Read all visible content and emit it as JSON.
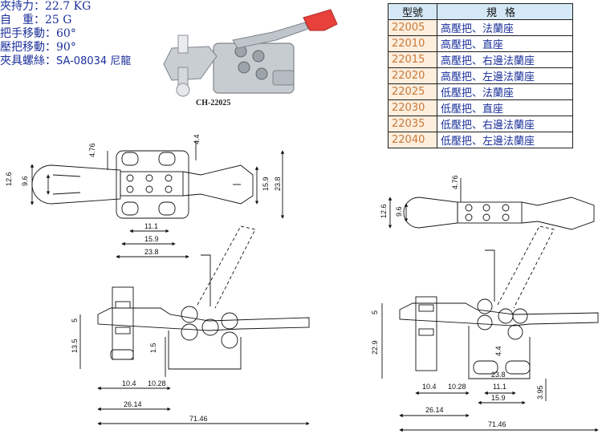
{
  "specs": [
    {
      "label": "夾持力：",
      "value": "22.7 KG"
    },
    {
      "label": "自　重：",
      "value": "25 G"
    },
    {
      "label": "把手移動：",
      "value": "60°"
    },
    {
      "label": "壓把移動：",
      "value": "90°"
    },
    {
      "label": "夾具螺絲：",
      "value": "SA-08034  尼龍"
    }
  ],
  "product_caption": "CH-22025",
  "table": {
    "headers": [
      "型號",
      "規格"
    ],
    "rows": [
      {
        "code": "22005",
        "desc": "高壓把、法蘭座"
      },
      {
        "code": "22010",
        "desc": "高壓把、直座"
      },
      {
        "code": "22015",
        "desc": "高壓把、右邊法蘭座"
      },
      {
        "code": "22020",
        "desc": "高壓把、左邊法蘭座"
      },
      {
        "code": "22025",
        "desc": "低壓把、法蘭座"
      },
      {
        "code": "22030",
        "desc": "低壓把、直座"
      },
      {
        "code": "22035",
        "desc": "低壓把、右邊法蘭座"
      },
      {
        "code": "22040",
        "desc": "低壓把、左邊法蘭座"
      }
    ]
  },
  "colors": {
    "spec_text": "#1a2f9a",
    "code_text": "#c87a3c",
    "header_bg": "#d5e8f6",
    "handle_grip": "#e8403a"
  },
  "dimensions": {
    "left_top": [
      "12.6",
      "9.6",
      "4.76",
      "4.4",
      "15.9",
      "23.8",
      "11.1",
      "15.9",
      "23.8"
    ],
    "left_side": [
      "5",
      "13.5",
      "1.5",
      "10.4",
      "10.28",
      "26.14",
      "71.46"
    ],
    "right_top": [
      "12.6",
      "9.6",
      "4.76"
    ],
    "right_side": [
      "5",
      "22.9",
      "4.4",
      "10.4",
      "10.28",
      "23.8",
      "11.1",
      "15.9",
      "3.95",
      "26.14",
      "71.46"
    ]
  }
}
